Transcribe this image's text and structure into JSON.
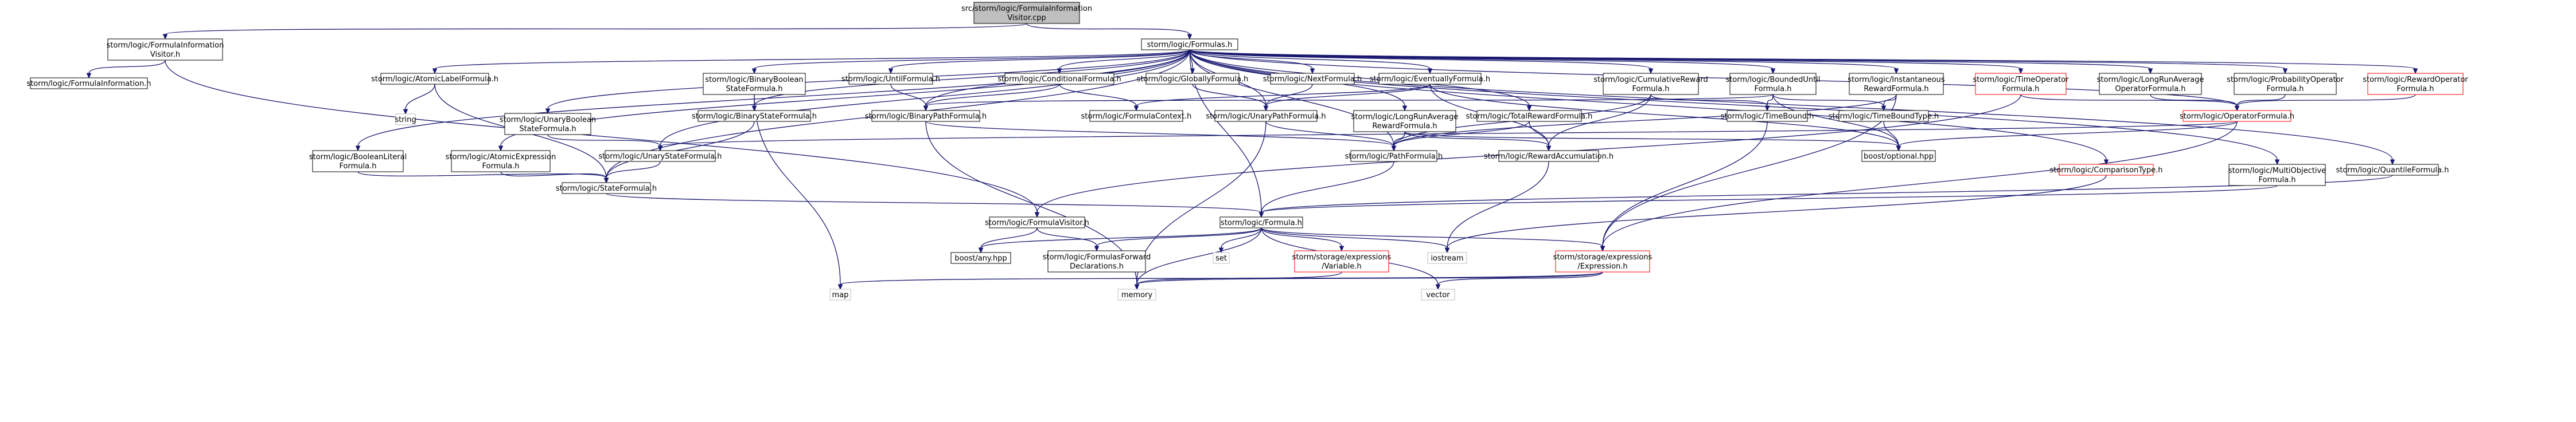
{
  "colors": {
    "edge": "#191970",
    "border_normal": "#000000",
    "border_truncated": "#ff0000",
    "border_external": "#bfbfbf",
    "fill_root": "#bfbfbf",
    "fill_normal": "#ffffff"
  },
  "nodes": [
    {
      "id": "n0",
      "kind": "root",
      "lines": [
        "src/storm/logic/FormulaInformation",
        "Visitor.cpp"
      ]
    },
    {
      "id": "n1",
      "kind": "normal",
      "lines": [
        "storm/logic/FormulaInformation",
        "Visitor.h"
      ]
    },
    {
      "id": "n2",
      "kind": "normal",
      "lines": [
        "storm/logic/Formulas.h"
      ]
    },
    {
      "id": "n3",
      "kind": "normal",
      "lines": [
        "storm/logic/FormulaInformation.h"
      ]
    },
    {
      "id": "n4",
      "kind": "normal",
      "lines": [
        "storm/logic/AtomicLabelFormula.h"
      ]
    },
    {
      "id": "n5",
      "kind": "normal",
      "lines": [
        "storm/logic/BinaryBoolean",
        "StateFormula.h"
      ]
    },
    {
      "id": "n6",
      "kind": "normal",
      "lines": [
        "storm/logic/UntilFormula.h"
      ]
    },
    {
      "id": "n7",
      "kind": "normal",
      "lines": [
        "storm/logic/ConditionalFormula.h"
      ]
    },
    {
      "id": "n8",
      "kind": "normal",
      "lines": [
        "storm/logic/GloballyFormula.h"
      ]
    },
    {
      "id": "n9",
      "kind": "normal",
      "lines": [
        "storm/logic/NextFormula.h"
      ]
    },
    {
      "id": "n10",
      "kind": "normal",
      "lines": [
        "storm/logic/EventuallyFormula.h"
      ]
    },
    {
      "id": "n11",
      "kind": "normal",
      "lines": [
        "storm/logic/CumulativeReward",
        "Formula.h"
      ]
    },
    {
      "id": "n12",
      "kind": "normal",
      "lines": [
        "storm/logic/BoundedUntil",
        "Formula.h"
      ]
    },
    {
      "id": "n13",
      "kind": "normal",
      "lines": [
        "storm/logic/Instantaneous",
        "RewardFormula.h"
      ]
    },
    {
      "id": "n14",
      "kind": "truncated",
      "lines": [
        "storm/logic/TimeOperator",
        "Formula.h"
      ]
    },
    {
      "id": "n15",
      "kind": "normal",
      "lines": [
        "storm/logic/LongRunAverage",
        "OperatorFormula.h"
      ]
    },
    {
      "id": "n16",
      "kind": "normal",
      "lines": [
        "storm/logic/ProbabilityOperator",
        "Formula.h"
      ]
    },
    {
      "id": "n17",
      "kind": "truncated",
      "lines": [
        "storm/logic/RewardOperator",
        "Formula.h"
      ]
    },
    {
      "id": "n18",
      "kind": "external",
      "lines": [
        "string"
      ]
    },
    {
      "id": "n19",
      "kind": "normal",
      "lines": [
        "storm/logic/BinaryStateFormula.h"
      ]
    },
    {
      "id": "n20",
      "kind": "normal",
      "lines": [
        "storm/logic/BinaryPathFormula.h"
      ]
    },
    {
      "id": "n21",
      "kind": "normal",
      "lines": [
        "storm/logic/FormulaContext.h"
      ]
    },
    {
      "id": "n22",
      "kind": "normal",
      "lines": [
        "storm/logic/UnaryPathFormula.h"
      ]
    },
    {
      "id": "n23",
      "kind": "normal",
      "lines": [
        "storm/logic/LongRunAverage",
        "RewardFormula.h"
      ]
    },
    {
      "id": "n24",
      "kind": "normal",
      "lines": [
        "storm/logic/TotalRewardFormula.h"
      ]
    },
    {
      "id": "n25",
      "kind": "normal",
      "lines": [
        "storm/logic/TimeBound.h"
      ]
    },
    {
      "id": "n26",
      "kind": "normal",
      "lines": [
        "storm/logic/TimeBoundType.h"
      ]
    },
    {
      "id": "n27",
      "kind": "truncated",
      "lines": [
        "storm/logic/OperatorFormula.h"
      ]
    },
    {
      "id": "n28",
      "kind": "normal",
      "lines": [
        "storm/logic/UnaryBoolean",
        "StateFormula.h"
      ]
    },
    {
      "id": "n29",
      "kind": "normal",
      "lines": [
        "storm/logic/BooleanLiteral",
        "Formula.h"
      ]
    },
    {
      "id": "n30",
      "kind": "normal",
      "lines": [
        "storm/logic/AtomicExpression",
        "Formula.h"
      ]
    },
    {
      "id": "n31",
      "kind": "normal",
      "lines": [
        "storm/logic/UnaryStateFormula.h"
      ]
    },
    {
      "id": "n32",
      "kind": "normal",
      "lines": [
        "storm/logic/PathFormula.h"
      ]
    },
    {
      "id": "n33",
      "kind": "normal",
      "lines": [
        "storm/logic/RewardAccumulation.h"
      ]
    },
    {
      "id": "n34",
      "kind": "normal",
      "lines": [
        "boost/optional.hpp"
      ]
    },
    {
      "id": "n35",
      "kind": "truncated",
      "lines": [
        "storm/logic/ComparisonType.h"
      ]
    },
    {
      "id": "n36",
      "kind": "normal",
      "lines": [
        "storm/logic/MultiObjective",
        "Formula.h"
      ]
    },
    {
      "id": "n37",
      "kind": "normal",
      "lines": [
        "storm/logic/QuantileFormula.h"
      ]
    },
    {
      "id": "n38",
      "kind": "normal",
      "lines": [
        "storm/logic/StateFormula.h"
      ]
    },
    {
      "id": "n39",
      "kind": "normal",
      "lines": [
        "storm/logic/FormulaVisitor.h"
      ]
    },
    {
      "id": "n40",
      "kind": "normal",
      "lines": [
        "storm/logic/Formula.h"
      ]
    },
    {
      "id": "n41",
      "kind": "normal",
      "lines": [
        "boost/any.hpp"
      ]
    },
    {
      "id": "n42",
      "kind": "normal",
      "lines": [
        "storm/logic/FormulasForward",
        "Declarations.h"
      ]
    },
    {
      "id": "n43",
      "kind": "external",
      "lines": [
        "set"
      ]
    },
    {
      "id": "n44",
      "kind": "truncated",
      "lines": [
        "storm/storage/expressions",
        "/Variable.h"
      ]
    },
    {
      "id": "n45",
      "kind": "external",
      "lines": [
        "iostream"
      ]
    },
    {
      "id": "n46",
      "kind": "truncated",
      "lines": [
        "storm/storage/expressions",
        "/Expression.h"
      ]
    },
    {
      "id": "n47",
      "kind": "external",
      "lines": [
        "map"
      ]
    },
    {
      "id": "n48",
      "kind": "external",
      "lines": [
        "memory"
      ]
    },
    {
      "id": "n49",
      "kind": "external",
      "lines": [
        "vector"
      ]
    }
  ],
  "edges": [
    [
      "n0",
      "n1"
    ],
    [
      "n0",
      "n2"
    ],
    [
      "n1",
      "n3"
    ],
    [
      "n1",
      "n39"
    ],
    [
      "n2",
      "n4"
    ],
    [
      "n2",
      "n5"
    ],
    [
      "n2",
      "n6"
    ],
    [
      "n2",
      "n7"
    ],
    [
      "n2",
      "n8"
    ],
    [
      "n2",
      "n9"
    ],
    [
      "n2",
      "n10"
    ],
    [
      "n2",
      "n11"
    ],
    [
      "n2",
      "n12"
    ],
    [
      "n2",
      "n13"
    ],
    [
      "n2",
      "n14"
    ],
    [
      "n2",
      "n15"
    ],
    [
      "n2",
      "n16"
    ],
    [
      "n2",
      "n17"
    ],
    [
      "n2",
      "n19"
    ],
    [
      "n2",
      "n20"
    ],
    [
      "n2",
      "n22"
    ],
    [
      "n2",
      "n23"
    ],
    [
      "n2",
      "n24"
    ],
    [
      "n2",
      "n27"
    ],
    [
      "n2",
      "n28"
    ],
    [
      "n2",
      "n29"
    ],
    [
      "n2",
      "n30"
    ],
    [
      "n2",
      "n31"
    ],
    [
      "n2",
      "n32"
    ],
    [
      "n2",
      "n35"
    ],
    [
      "n2",
      "n36"
    ],
    [
      "n2",
      "n37"
    ],
    [
      "n2",
      "n38"
    ],
    [
      "n2",
      "n40"
    ],
    [
      "n4",
      "n18"
    ],
    [
      "n4",
      "n38"
    ],
    [
      "n5",
      "n19"
    ],
    [
      "n5",
      "n47"
    ],
    [
      "n6",
      "n20"
    ],
    [
      "n7",
      "n20"
    ],
    [
      "n7",
      "n21"
    ],
    [
      "n8",
      "n22"
    ],
    [
      "n9",
      "n22"
    ],
    [
      "n10",
      "n22"
    ],
    [
      "n10",
      "n21"
    ],
    [
      "n10",
      "n33"
    ],
    [
      "n10",
      "n34"
    ],
    [
      "n11",
      "n32"
    ],
    [
      "n11",
      "n25"
    ],
    [
      "n11",
      "n33"
    ],
    [
      "n12",
      "n20"
    ],
    [
      "n12",
      "n25"
    ],
    [
      "n12",
      "n26"
    ],
    [
      "n12",
      "n34"
    ],
    [
      "n13",
      "n32"
    ],
    [
      "n13",
      "n26"
    ],
    [
      "n13",
      "n46"
    ],
    [
      "n14",
      "n27"
    ],
    [
      "n14",
      "n39"
    ],
    [
      "n15",
      "n27"
    ],
    [
      "n16",
      "n27"
    ],
    [
      "n17",
      "n27"
    ],
    [
      "n19",
      "n38"
    ],
    [
      "n20",
      "n32"
    ],
    [
      "n20",
      "n48"
    ],
    [
      "n22",
      "n32"
    ],
    [
      "n22",
      "n48"
    ],
    [
      "n23",
      "n32"
    ],
    [
      "n23",
      "n33"
    ],
    [
      "n23",
      "n34"
    ],
    [
      "n24",
      "n32"
    ],
    [
      "n24",
      "n33"
    ],
    [
      "n25",
      "n46"
    ],
    [
      "n26",
      "n34"
    ],
    [
      "n27",
      "n31"
    ],
    [
      "n27",
      "n34"
    ],
    [
      "n27",
      "n46"
    ],
    [
      "n28",
      "n31"
    ],
    [
      "n29",
      "n38"
    ],
    [
      "n30",
      "n38"
    ],
    [
      "n31",
      "n38"
    ],
    [
      "n32",
      "n40"
    ],
    [
      "n33",
      "n45"
    ],
    [
      "n35",
      "n45"
    ],
    [
      "n36",
      "n40"
    ],
    [
      "n37",
      "n40"
    ],
    [
      "n38",
      "n40"
    ],
    [
      "n39",
      "n41"
    ],
    [
      "n39",
      "n42"
    ],
    [
      "n40",
      "n41"
    ],
    [
      "n40",
      "n42"
    ],
    [
      "n40",
      "n43"
    ],
    [
      "n40",
      "n44"
    ],
    [
      "n40",
      "n45"
    ],
    [
      "n40",
      "n46"
    ],
    [
      "n40",
      "n48"
    ],
    [
      "n40",
      "n49"
    ],
    [
      "n44",
      "n48"
    ],
    [
      "n46",
      "n47"
    ],
    [
      "n46",
      "n48"
    ],
    [
      "n46",
      "n49"
    ]
  ]
}
